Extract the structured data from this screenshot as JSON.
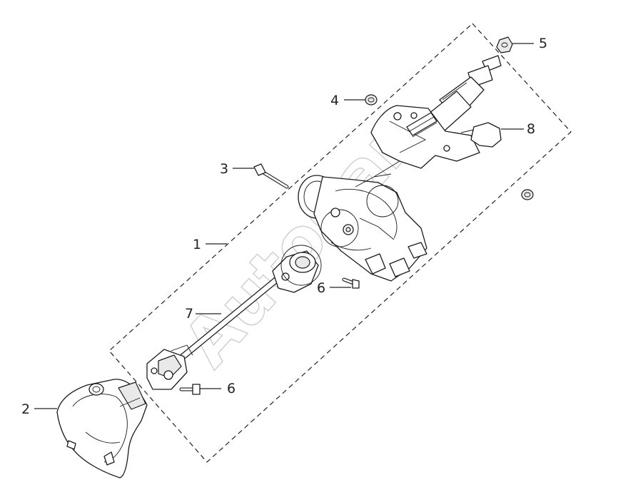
{
  "diagram": {
    "watermark": "AutoCar",
    "callouts": [
      {
        "id": "1",
        "label": "1"
      },
      {
        "id": "2",
        "label": "2"
      },
      {
        "id": "3",
        "label": "3"
      },
      {
        "id": "4",
        "label": "4"
      },
      {
        "id": "5",
        "label": "5"
      },
      {
        "id": "6a",
        "label": "6"
      },
      {
        "id": "6b",
        "label": "6"
      },
      {
        "id": "7",
        "label": "7"
      },
      {
        "id": "8",
        "label": "8"
      }
    ]
  }
}
